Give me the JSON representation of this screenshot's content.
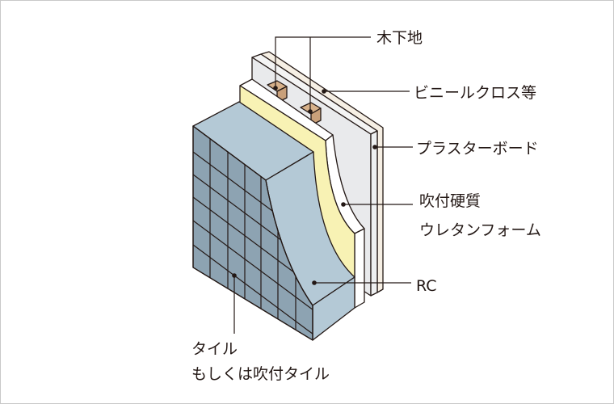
{
  "title": "外壁断面構造図",
  "labels": {
    "wood_base": "木下地",
    "vinyl_cloth": "ビニールクロス等",
    "plasterboard": "プラスターボード",
    "urethane_line1": "吹付硬質",
    "urethane_line2": "ウレタンフォーム",
    "rc": "RC",
    "tile_line1": "タイル",
    "tile_line2": "もしくは吹付タイル"
  },
  "colors": {
    "tile": "#8da3b2",
    "rc": "#b4c9d6",
    "urethane": "#f8f2b4",
    "foam_white": "#ffffff",
    "board": "#e9eaec",
    "cloth": "#f6efe4",
    "wood": "#d7b18a",
    "line": "#231815"
  }
}
